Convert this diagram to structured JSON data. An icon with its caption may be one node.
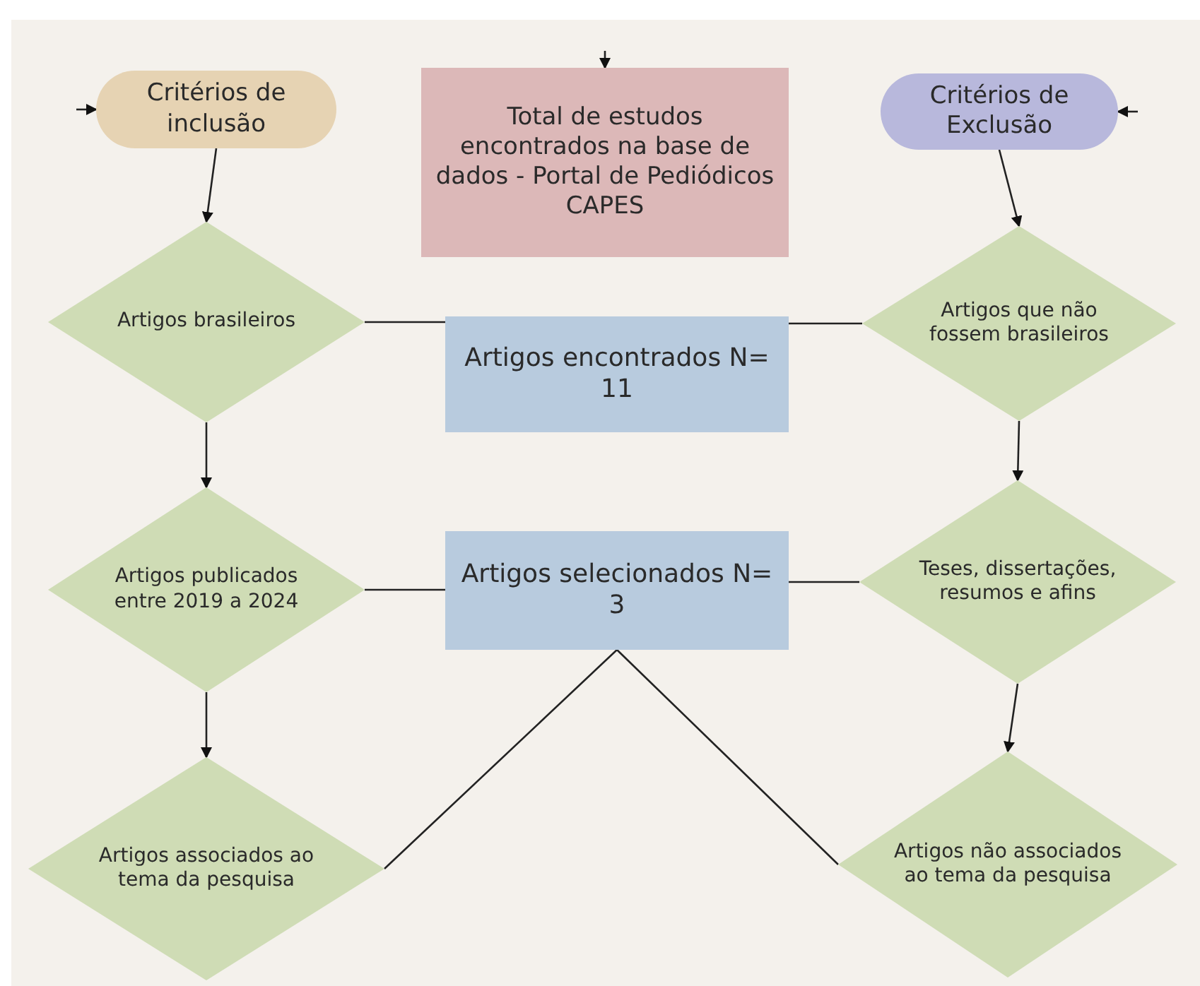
{
  "diagram": {
    "nodes": [
      {
        "text": [
          "Critérios de inclusão"
        ]
      },
      {
        "text": [
          "Total de estudos encontrados na base de dados - Portal de Pediódicos CAPES"
        ]
      },
      {
        "text": [
          "Critérios de Exclusão"
        ]
      },
      {
        "text": [
          "Artigos brasileiros"
        ]
      },
      {
        "text": [
          "Artigos encontrados N= 11"
        ]
      },
      {
        "text": [
          "Artigos que não fossem brasileiros"
        ]
      },
      {
        "text": [
          "Artigos publicados entre 2019 a 2024"
        ]
      },
      {
        "text": [
          "Artigos selecionados N= 3"
        ]
      },
      {
        "text": [
          "Teses, dissertações, resumos e afins"
        ]
      },
      {
        "text": [
          "Artigos associados ao tema da pesquisa"
        ]
      },
      {
        "text": [
          "Artigos não associados ao tema da pesquisa"
        ]
      }
    ],
    "edges": [
      {
        "from": null,
        "to": 0,
        "arrow": "to"
      },
      {
        "from": null,
        "to": 1,
        "arrow": "to"
      },
      {
        "from": null,
        "to": 2,
        "arrow": "to"
      },
      {
        "from": 0,
        "to": 3,
        "arrow": "to"
      },
      {
        "from": 3,
        "to": 6,
        "arrow": "to"
      },
      {
        "from": 6,
        "to": 9,
        "arrow": "to"
      },
      {
        "from": 2,
        "to": 5,
        "arrow": "to"
      },
      {
        "from": 5,
        "to": 8,
        "arrow": "to"
      },
      {
        "from": 8,
        "to": 10,
        "arrow": "to"
      },
      {
        "from": 3,
        "to": 4,
        "arrow": "none"
      },
      {
        "from": 5,
        "to": 4,
        "arrow": "none"
      },
      {
        "from": 6,
        "to": 7,
        "arrow": "none"
      },
      {
        "from": 8,
        "to": 7,
        "arrow": "none"
      },
      {
        "from": 7,
        "to": 9,
        "arrow": "none"
      },
      {
        "from": 7,
        "to": 10,
        "arrow": "none"
      }
    ]
  }
}
